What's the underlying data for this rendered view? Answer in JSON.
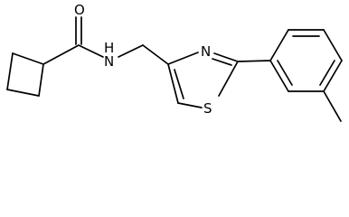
{
  "molecule": {
    "atoms": {
      "oxygen": "O",
      "amide_nitrogen": "N",
      "amide_hydrogen": "H",
      "ring_nitrogen": "N",
      "sulfur": "S"
    }
  }
}
